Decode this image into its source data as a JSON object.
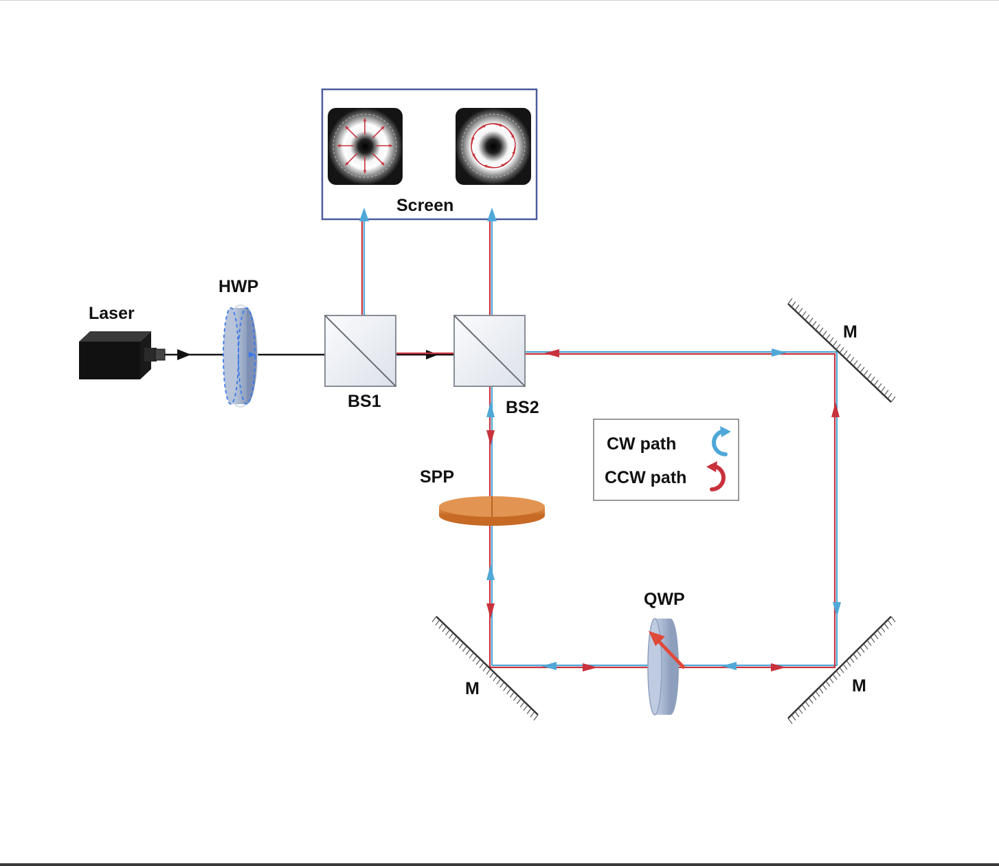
{
  "labels": {
    "laser": "Laser",
    "hwp": "HWP",
    "bs1": "BS1",
    "bs2": "BS2",
    "screen": "Screen",
    "spp": "SPP",
    "qwp": "QWP",
    "mirror_top_right": "M",
    "mirror_bottom_right": "M",
    "mirror_bottom_left": "M"
  },
  "legend": {
    "cw": "CW path",
    "ccw": "CCW path"
  },
  "colors": {
    "cw_beam": "#4fa8d8",
    "ccw_beam": "#c8323c",
    "input_beam": "#111111",
    "frame": "#4a5a9a",
    "spp": "#d9803a",
    "waveplate": "#a9b8d4",
    "arrow": "#e04a3a"
  },
  "icons": {
    "cw": "clockwise-arrow-icon",
    "ccw": "counterclockwise-arrow-icon"
  }
}
